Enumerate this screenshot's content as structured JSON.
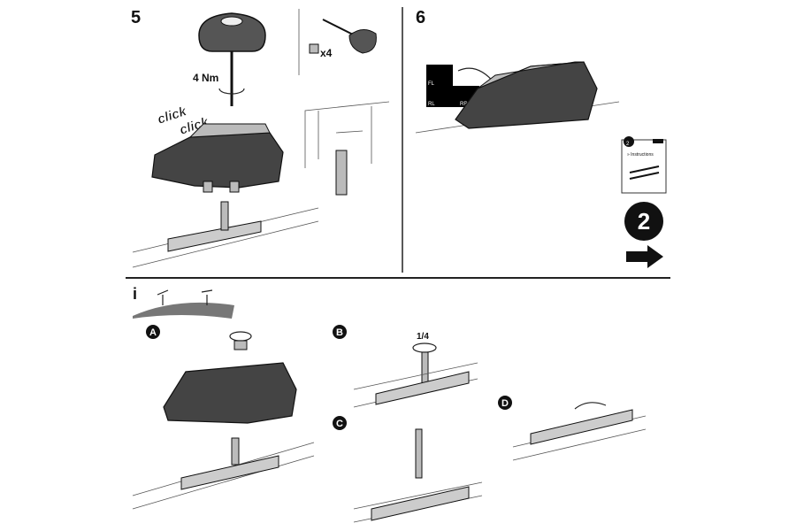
{
  "steps": {
    "step5": {
      "number": "5",
      "torque": "4 Nm",
      "click1": "click",
      "click2": "click",
      "quantity": "x4"
    },
    "step6": {
      "number": "6",
      "position_labels": [
        "FL",
        "RL",
        "RR"
      ],
      "booklet_number": "2",
      "booklet_text": "» Instructions",
      "next_number": "2",
      "next_icon": "arrow-right-icon"
    },
    "info": {
      "icon_label": "i",
      "substeps": {
        "A": "A",
        "B": "B",
        "C": "C",
        "D": "D"
      },
      "rotation": "1/4"
    }
  },
  "colors": {
    "ink": "#111111",
    "grey": "#444444",
    "light": "#cccccc"
  }
}
